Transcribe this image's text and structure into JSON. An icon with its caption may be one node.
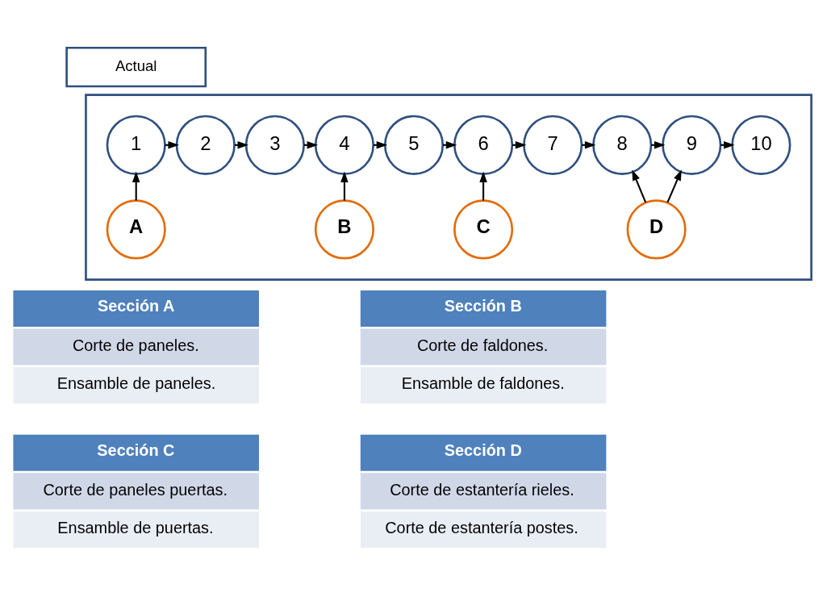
{
  "diagram": {
    "nodes": [
      {
        "text": [
          "Actual"
        ]
      },
      {
        "text": [],
        "shape": "box"
      },
      {
        "text": [
          "1"
        ],
        "in": 1
      },
      {
        "text": [
          "2"
        ],
        "in": 1
      },
      {
        "text": [
          "3"
        ],
        "in": 1
      },
      {
        "text": [
          "4"
        ],
        "in": 1
      },
      {
        "text": [
          "5"
        ],
        "in": 1
      },
      {
        "text": [
          "6"
        ],
        "in": 1
      },
      {
        "text": [
          "7"
        ],
        "in": 1
      },
      {
        "text": [
          "8"
        ],
        "in": 1
      },
      {
        "text": [
          "9"
        ],
        "in": 1
      },
      {
        "text": [
          "10"
        ],
        "in": 1
      },
      {
        "text": [
          "A"
        ],
        "in": 1
      },
      {
        "text": [
          "B"
        ],
        "in": 1
      },
      {
        "text": [
          "C"
        ],
        "in": 1
      },
      {
        "text": [
          "D"
        ],
        "in": 1
      },
      {
        "text": [
          "Sección A",
          "Corte de paneles.",
          "Ensamble de paneles."
        ]
      },
      {
        "text": [
          "Sección B",
          "Corte de faldones.",
          "Ensamble de faldones."
        ]
      },
      {
        "text": [
          "Sección C",
          "Corte de paneles puertas.",
          "Ensamble de puertas."
        ]
      },
      {
        "text": [
          "Sección D",
          "Corte de estantería rieles.",
          "Corte de estantería postes."
        ]
      }
    ],
    "edges": [
      {
        "from": 2,
        "to": 3,
        "arrow": "to"
      },
      {
        "from": 3,
        "to": 4,
        "arrow": "to"
      },
      {
        "from": 4,
        "to": 5,
        "arrow": "to"
      },
      {
        "from": 5,
        "to": 6,
        "arrow": "to"
      },
      {
        "from": 6,
        "to": 7,
        "arrow": "to"
      },
      {
        "from": 7,
        "to": 8,
        "arrow": "to"
      },
      {
        "from": 8,
        "to": 9,
        "arrow": "to"
      },
      {
        "from": 9,
        "to": 10,
        "arrow": "to"
      },
      {
        "from": 10,
        "to": 11,
        "arrow": "to"
      },
      {
        "from": 12,
        "to": 2,
        "arrow": "to"
      },
      {
        "from": 13,
        "to": 5,
        "arrow": "to"
      },
      {
        "from": 14,
        "to": 7,
        "arrow": "to"
      },
      {
        "from": 15,
        "to": 9,
        "arrow": "to"
      },
      {
        "from": 15,
        "to": 10,
        "arrow": "to"
      }
    ]
  }
}
